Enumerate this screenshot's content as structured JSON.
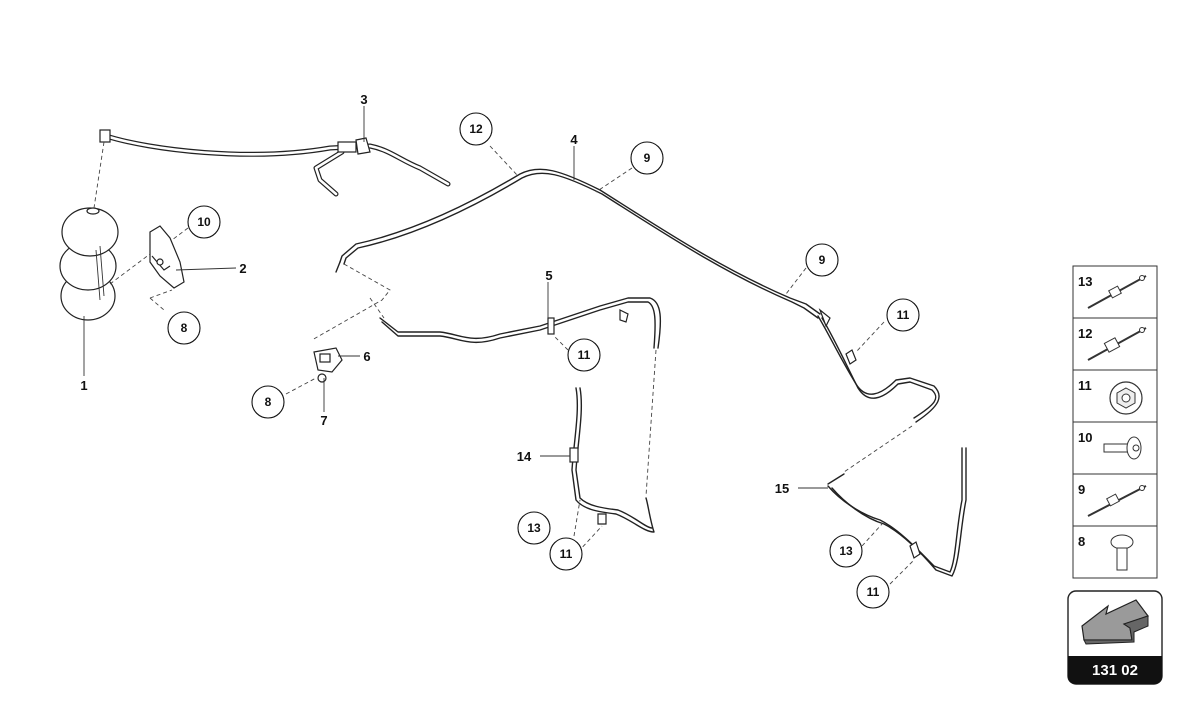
{
  "callouts": {
    "c1": "1",
    "c2": "2",
    "c3": "3",
    "c4": "4",
    "c5": "5",
    "c6": "6",
    "c7": "7",
    "c8a": "8",
    "c8b": "8",
    "c9a": "9",
    "c9b": "9",
    "c10": "10",
    "c11a": "11",
    "c11b": "11",
    "c11c": "11",
    "c11d": "11",
    "c12": "12",
    "c13a": "13",
    "c13b": "13",
    "c14": "14",
    "c15": "15"
  },
  "legend": [
    "13",
    "12",
    "11",
    "10",
    "9",
    "8"
  ],
  "reference": "131 02"
}
